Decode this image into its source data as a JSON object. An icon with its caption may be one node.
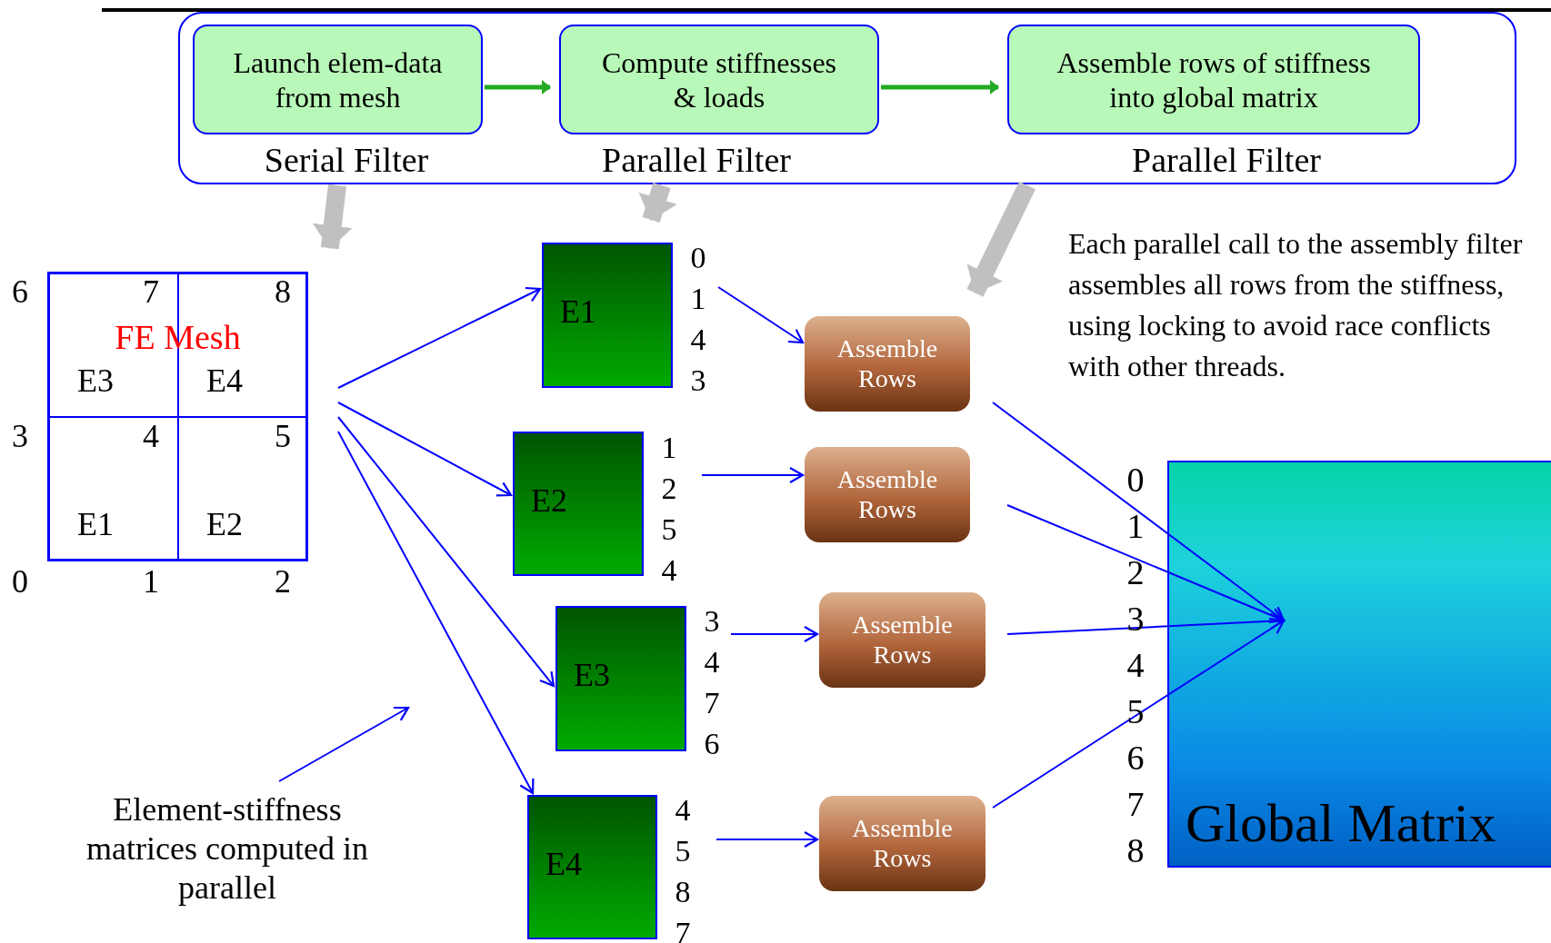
{
  "diagram": {
    "nodes": [
      {
        "text": [],
        "shape": "box"
      },
      {
        "text": [
          "Launch elem-data from mesh"
        ],
        "beside": [
          "Serial Filter"
        ],
        "in": 0
      },
      {
        "text": [
          "Compute stiffnesses & loads"
        ],
        "beside": [
          "Parallel Filter"
        ],
        "in": 0
      },
      {
        "text": [
          "Assemble rows of stiffness into global matrix"
        ],
        "beside": [
          "Parallel Filter"
        ],
        "in": 0
      },
      {
        "text": [
          "FE Mesh"
        ]
      },
      {
        "text": [
          "E3"
        ],
        "in": 4
      },
      {
        "text": [
          "E4"
        ],
        "in": 4
      },
      {
        "text": [
          "E1"
        ],
        "in": 4
      },
      {
        "text": [
          "E2"
        ],
        "in": 4
      },
      {
        "text": [
          "E1"
        ],
        "beside": [
          "0",
          "1",
          "4",
          "3"
        ]
      },
      {
        "text": [
          "E2"
        ],
        "beside": [
          "1",
          "2",
          "5",
          "4"
        ]
      },
      {
        "text": [
          "E3"
        ],
        "beside": [
          "3",
          "4",
          "7",
          "6"
        ]
      },
      {
        "text": [
          "E4"
        ],
        "beside": [
          "4",
          "5",
          "8",
          "7"
        ]
      },
      {
        "text": [
          "Assemble Rows"
        ]
      },
      {
        "text": [
          "Assemble Rows"
        ]
      },
      {
        "text": [
          "Assemble Rows"
        ]
      },
      {
        "text": [
          "Assemble Rows"
        ]
      },
      {
        "text": [
          "Global Matrix"
        ],
        "beside": [
          "0",
          "1",
          "2",
          "3",
          "4",
          "5",
          "6",
          "7",
          "8"
        ]
      },
      {
        "text": [
          "Element-stiffness matrices computed in parallel"
        ]
      }
    ],
    "edges": [
      {
        "from": 1,
        "to": 2,
        "arrow": "to",
        "style": "thick",
        "color": "#22aa22"
      },
      {
        "from": 2,
        "to": 3,
        "arrow": "to",
        "style": "thick",
        "color": "#22aa22"
      },
      {
        "from": 0,
        "to": 4,
        "arrow": "to",
        "style": "thick",
        "color": "#c0c0c0"
      },
      {
        "from": 0,
        "to": 9,
        "arrow": "to",
        "style": "thick",
        "color": "#c0c0c0"
      },
      {
        "from": 0,
        "to": 13,
        "arrow": "to",
        "style": "thick",
        "color": "#c0c0c0"
      },
      {
        "from": 4,
        "to": 9,
        "arrow": "to"
      },
      {
        "from": 4,
        "to": 10,
        "arrow": "to"
      },
      {
        "from": 4,
        "to": 11,
        "arrow": "to"
      },
      {
        "from": 4,
        "to": 12,
        "arrow": "to"
      },
      {
        "from": 9,
        "to": 13,
        "arrow": "to"
      },
      {
        "from": 10,
        "to": 14,
        "arrow": "to"
      },
      {
        "from": 11,
        "to": 15,
        "arrow": "to"
      },
      {
        "from": 12,
        "to": 16,
        "arrow": "to"
      },
      {
        "from": 13,
        "to": 17,
        "arrow": "to"
      },
      {
        "from": 14,
        "to": 17,
        "arrow": "to"
      },
      {
        "from": 15,
        "to": 17,
        "arrow": "to"
      },
      {
        "from": 16,
        "to": 17,
        "arrow": "to"
      },
      {
        "from": 18,
        "to": null,
        "arrow": "to"
      }
    ],
    "labels": [
      "6",
      "7",
      "8",
      "3",
      "4",
      "5",
      "0",
      "1",
      "2",
      "Each parallel call to the assembly filter assembles all rows from the stiffness, using locking to avoid race conflicts with other threads."
    ]
  }
}
